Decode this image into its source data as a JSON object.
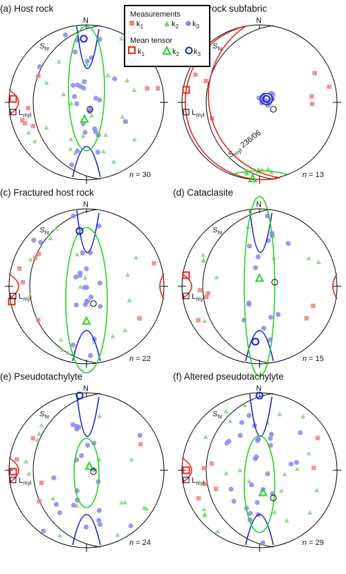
{
  "legend": {
    "measurements": "Measurements",
    "mean_tensor": "Mean tensor",
    "k1": "k",
    "k2": "k",
    "k3": "k",
    "sub1": "1",
    "sub2": "2",
    "sub3": "3"
  },
  "labels": {
    "north": "N",
    "s_main": "S",
    "s_sub": "hr",
    "l_main": "L",
    "l_sub": "myl",
    "smyl_main": "S",
    "smyl_sub": "myl",
    "smyl_value": "236/06"
  },
  "colors": {
    "k1": "#f08080",
    "k2": "#7fd07f",
    "k3": "#8a8ae6",
    "k1_mean": "#e8221c",
    "k2_mean": "#22d422",
    "k3_mean": "#1a22c8"
  },
  "chart_data": [
    {
      "id": "a",
      "type": "scatter",
      "projection": "equal-area lower hemisphere",
      "title": "(a) Host rock",
      "n_label": "n",
      "n_value": "= 30",
      "n": 30
    },
    {
      "id": "b",
      "type": "scatter",
      "projection": "equal-area lower hemisphere",
      "title": "(b) Host rock subfabric",
      "n_label": "n",
      "n_value": "= 13",
      "n": 13,
      "annotation": "Smyl 236/06"
    },
    {
      "id": "c",
      "type": "scatter",
      "projection": "equal-area lower hemisphere",
      "title": "(c) Fractured host rock",
      "n_label": "n",
      "n_value": "= 22",
      "n": 22
    },
    {
      "id": "d",
      "type": "scatter",
      "projection": "equal-area lower hemisphere",
      "title": "(d) Cataclasite",
      "n_label": "n",
      "n_value": "= 15",
      "n": 15
    },
    {
      "id": "e",
      "type": "scatter",
      "projection": "equal-area lower hemisphere",
      "title": "(e) Pseudotachylyte",
      "n_label": "n",
      "n_value": "= 24",
      "n": 24
    },
    {
      "id": "f",
      "type": "scatter",
      "projection": "equal-area lower hemisphere",
      "title": "(f) Altered pseudotachylyte",
      "n_label": "n",
      "n_value": "= 29",
      "n": 29
    }
  ]
}
